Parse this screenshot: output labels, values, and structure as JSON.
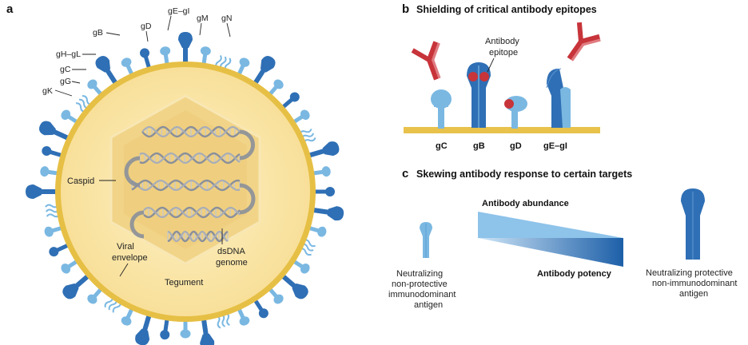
{
  "panel_a": {
    "letter": "a",
    "glycoprotein_labels": [
      "gE–gI",
      "gM",
      "gN",
      "gD",
      "gB",
      "gH–gL",
      "gC",
      "gG",
      "gK"
    ],
    "structure_labels": {
      "caspid": "Caspid",
      "viral_envelope_line1": "Viral",
      "viral_envelope_line2": "envelope",
      "tegument": "Tegument",
      "dsdna_line1": "dsDNA",
      "dsdna_line2": "genome"
    }
  },
  "panel_b": {
    "letter": "b",
    "title": "Shielding of critical antibody epitopes",
    "epitope_line1": "Antibody",
    "epitope_line2": "epitope",
    "proteins": [
      "gC",
      "gB",
      "gD",
      "gE–gI"
    ]
  },
  "panel_c": {
    "letter": "c",
    "title": "Skewing antibody response to certain targets",
    "abundance_label": "Antibody abundance",
    "potency_label": "Antibody potency",
    "left_antigen": [
      "Neutralizing",
      "non-protective",
      "immunodominant",
      "antigen"
    ],
    "right_antigen": [
      "Neutralizing protective",
      "non-immunodominant",
      "antigen"
    ]
  },
  "colors": {
    "dark_blue": "#2f6fb5",
    "light_blue": "#7ab8e2",
    "envelope": "#e8c24a",
    "tegument": "#fbe7a6",
    "capsid": "#f3d58a",
    "antibody_red": "#c7343a"
  }
}
